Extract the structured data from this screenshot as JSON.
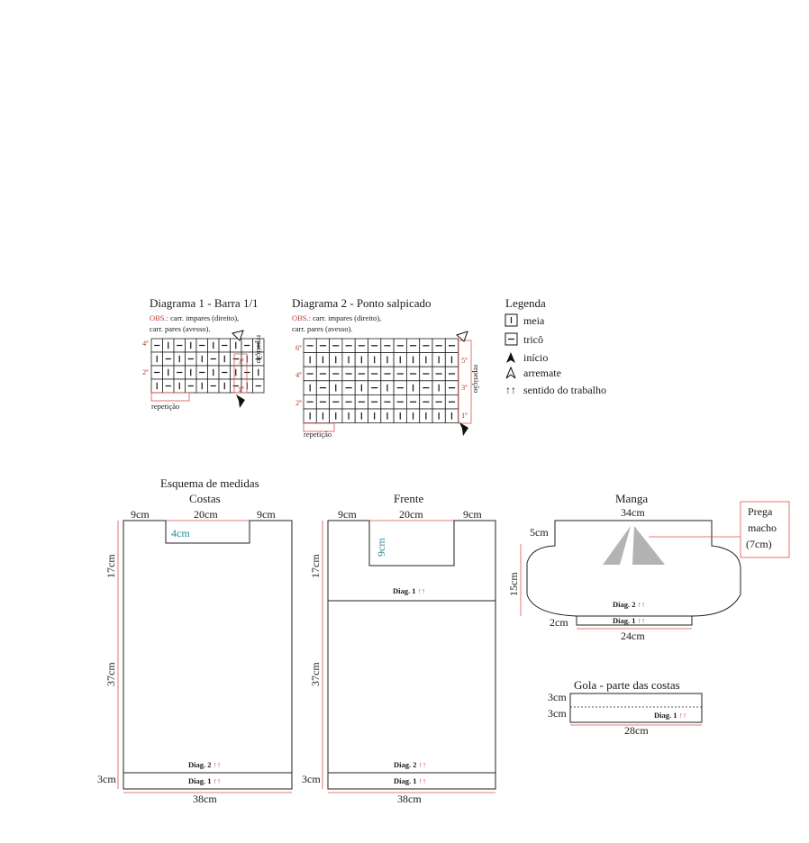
{
  "diagram1": {
    "title": "Diagrama 1 - Barra 1/1",
    "obs_label": "OBS.:",
    "obs_line1": "carr. impares (direito),",
    "obs_line2": "carr. pares (avesso).",
    "rows": [
      {
        "label": "4ª",
        "cells": "-|-|-|-|-|"
      },
      {
        "label": "3ª",
        "cells": "|-|-|-|-|-"
      },
      {
        "label": "2ª",
        "cells": "-|-|-|-|-|"
      },
      {
        "label": "1ª",
        "cells": "|-|-|-|-|-"
      }
    ],
    "right_labels": {
      "row3": "3ª",
      "row1": "1ª"
    },
    "repeticao_bottom": "repetição",
    "repeticao_side": "repetição"
  },
  "diagram2": {
    "title": "Diagrama 2 - Ponto salpicado",
    "obs_label": "OBS.:",
    "obs_line1": "carr. impares (direito),",
    "obs_line2": "carr. pares (avesso).",
    "rows": [
      {
        "label": "6ª",
        "cells": "------------"
      },
      {
        "label": "",
        "cells": "||||||||||||"
      },
      {
        "label": "4ª",
        "cells": "------------"
      },
      {
        "label": "",
        "cells": "|-|-|-|-|-|-"
      },
      {
        "label": "2ª",
        "cells": "------------"
      },
      {
        "label": "",
        "cells": "||||||||||||"
      }
    ],
    "right_labels": {
      "row5": "5ª",
      "row3": "3ª",
      "row1": "1ª"
    },
    "repeticao_bottom": "repetição",
    "repeticao_side": "repetição"
  },
  "legend": {
    "title": "Legenda",
    "items": [
      {
        "symbol": "meia-symbol",
        "label": "meia"
      },
      {
        "symbol": "trico-symbol",
        "label": "tricô"
      },
      {
        "symbol": "inicio-arrow",
        "label": "início"
      },
      {
        "symbol": "arremate-arrow",
        "label": "arremate"
      },
      {
        "symbol": "sentido-arrows",
        "label": "sentido do trabalho"
      }
    ]
  },
  "schema_title": "Esquema de medidas",
  "costas": {
    "title": "Costas",
    "top_left": "9cm",
    "top_mid": "20cm",
    "top_right": "9cm",
    "neck_depth": "4cm",
    "side_top": "17cm",
    "side_mid": "37cm",
    "side_bottom": "3cm",
    "bottom": "38cm",
    "diag2": "Diag. 2",
    "diag1": "Diag. 1",
    "arrows": "↑↑"
  },
  "frente": {
    "title": "Frente",
    "top_left": "9cm",
    "top_mid": "20cm",
    "top_right": "9cm",
    "neck_depth": "9cm",
    "side_top": "17cm",
    "side_mid": "37cm",
    "side_bottom": "3cm",
    "bottom": "38cm",
    "diag_top": "Diag. 1",
    "diag2": "Diag. 2",
    "diag1": "Diag. 1",
    "arrows": "↑↑"
  },
  "manga": {
    "title": "Manga",
    "top": "34cm",
    "left_notch": "5cm",
    "side": "15cm",
    "cuff_left": "2cm",
    "bottom": "24cm",
    "diag2": "Diag. 2",
    "diag1": "Diag. 1",
    "arrows": "↑↑",
    "callout_line1": "Prega",
    "callout_line2": "macho",
    "callout_line3": "(7cm)"
  },
  "gola": {
    "title": "Gola - parte das costas",
    "side1": "3cm",
    "side2": "3cm",
    "bottom": "28cm",
    "diag1": "Diag. 1",
    "arrows": "↑↑"
  },
  "colors": {
    "red": "#c0392b",
    "teal": "#2a8a9a",
    "line": "#222222",
    "grey": "#b3b3b3"
  }
}
